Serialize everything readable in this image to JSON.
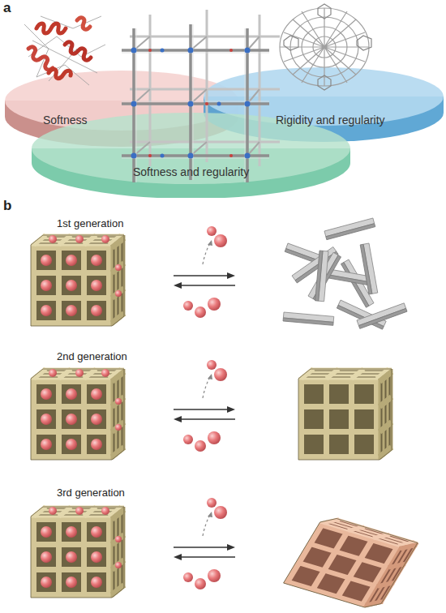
{
  "diagram": {
    "nodes": [
      {
        "text": [
          "Softness"
        ]
      },
      {
        "text": [
          "Rigidity and regularity"
        ]
      },
      {
        "text": [
          "Softness and regularity"
        ]
      }
    ],
    "labels": [
      "a",
      "b",
      "1st generation",
      "2nd generation",
      "3rd generation"
    ]
  }
}
